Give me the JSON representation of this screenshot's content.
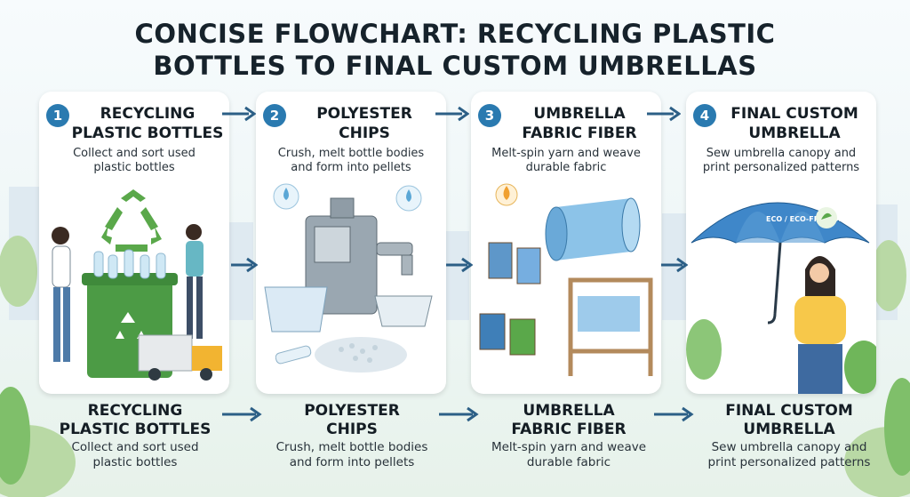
{
  "title": {
    "line1": "CONCISE FLOWCHART: RECYCLING PLASTIC",
    "line2": "BOTTLES TO FINAL CUSTOM UMBRELLAS"
  },
  "steps": [
    {
      "number": "1",
      "title_line1": "RECYCLING",
      "title_line2": "PLASTIC BOTTLES",
      "desc_line1": "Collect and sort used",
      "desc_line2": "plastic bottles",
      "icon": "recycling-bin-icon"
    },
    {
      "number": "2",
      "title_line1": "POLYESTER",
      "title_line2": "CHIPS",
      "desc_line1": "Crush, melt bottle bodies",
      "desc_line2": "and form into pellets",
      "icon": "crusher-machine-icon"
    },
    {
      "number": "3",
      "title_line1": "UMBRELLA",
      "title_line2": "FABRIC FIBER",
      "desc_line1": "Melt-spin yarn and weave",
      "desc_line2": "durable fabric",
      "icon": "loom-spool-icon"
    },
    {
      "number": "4",
      "title_line1": "FINAL CUSTOM",
      "title_line2": "UMBRELLA",
      "desc_line1": "Sew umbrella canopy and",
      "desc_line2": "print personalized patterns",
      "icon": "umbrella-icon"
    }
  ],
  "umbrella_label": "ECO / ECO-FRIENDLY",
  "bottom_steps": [
    {
      "title_line1": "RECYCLING",
      "title_line2": "PLASTIC BOTTLES",
      "desc_line1": "Collect and sort used",
      "desc_line2": "plastic bottles"
    },
    {
      "title_line1": "POLYESTER",
      "title_line2": "CHIPS",
      "desc_line1": "Crush, melt bottle bodies",
      "desc_line2": "and form into pellets"
    },
    {
      "title_line1": "UMBRELLA",
      "title_line2": "FABRIC FIBER",
      "desc_line1": "Melt-spin yarn and weave",
      "desc_line2": "durable fabric"
    },
    {
      "title_line1": "FINAL CUSTOM",
      "title_line2": "UMBRELLA",
      "desc_line1": "Sew umbrella canopy and",
      "desc_line2": "print personalized patterns"
    }
  ],
  "colors": {
    "accent": "#2a7ab0",
    "arrow": "#2c5f86",
    "green": "#5aa84a",
    "umbrella": "#3f87c9"
  }
}
